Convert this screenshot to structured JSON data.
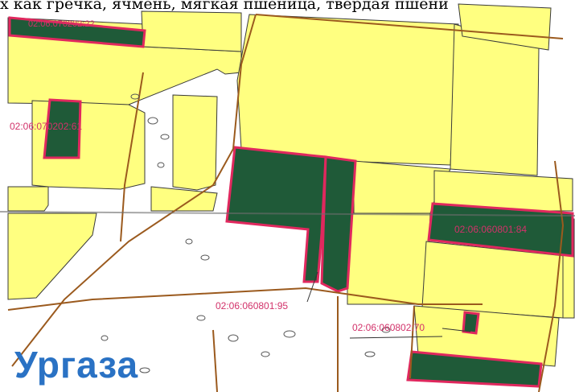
{
  "caption": "х как гречка, ячмень, мягкая пшеница, твердая пшени",
  "place_name": "Ургаза",
  "parcels": [
    {
      "id": "02:06:060802:70",
      "fill": "dark"
    },
    {
      "id": "02:06:060801:95",
      "fill": "dark"
    },
    {
      "id": "02:06:060801:84",
      "fill": "dark"
    },
    {
      "id": "02:06:070202:61",
      "fill": "dark"
    },
    {
      "id": "02:06:070202:22",
      "fill": "dark"
    }
  ],
  "colors": {
    "field_yellow": "#ffff80",
    "crop_green": "#1f5a38",
    "parcel_border": "#e0285e",
    "road": "#9b5a1e",
    "label": "#d2326a",
    "place_name": "#2a72c4"
  }
}
